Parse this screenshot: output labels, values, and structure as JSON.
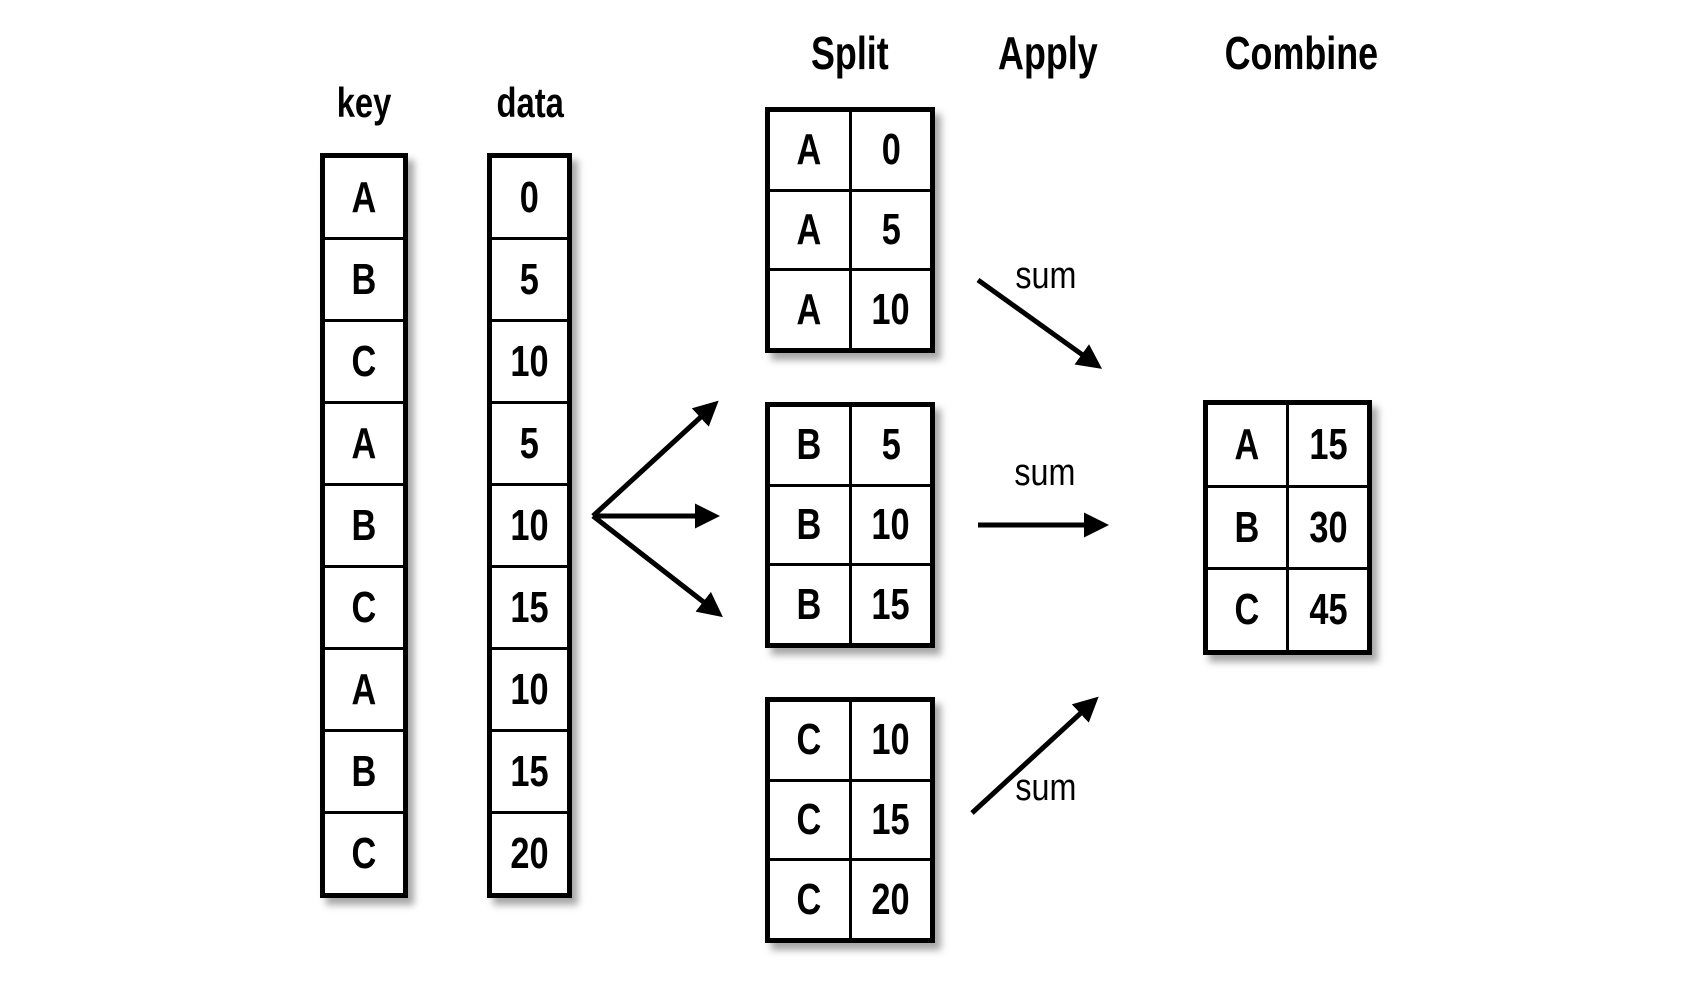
{
  "headers": {
    "key": "key",
    "data": "data",
    "split": "Split",
    "apply": "Apply",
    "combine": "Combine"
  },
  "key_column": [
    "A",
    "B",
    "C",
    "A",
    "B",
    "C",
    "A",
    "B",
    "C"
  ],
  "data_column": [
    "0",
    "5",
    "10",
    "5",
    "10",
    "15",
    "10",
    "15",
    "20"
  ],
  "split_tables": [
    {
      "group": "A",
      "rows": [
        [
          "A",
          "0"
        ],
        [
          "A",
          "5"
        ],
        [
          "A",
          "10"
        ]
      ]
    },
    {
      "group": "B",
      "rows": [
        [
          "B",
          "5"
        ],
        [
          "B",
          "10"
        ],
        [
          "B",
          "15"
        ]
      ]
    },
    {
      "group": "C",
      "rows": [
        [
          "C",
          "10"
        ],
        [
          "C",
          "15"
        ],
        [
          "C",
          "20"
        ]
      ]
    }
  ],
  "apply_labels": [
    "sum",
    "sum",
    "sum"
  ],
  "combine_table": {
    "rows": [
      [
        "A",
        "15"
      ],
      [
        "B",
        "30"
      ],
      [
        "C",
        "45"
      ]
    ]
  },
  "colors": {
    "line": "#000000",
    "background": "#ffffff"
  }
}
